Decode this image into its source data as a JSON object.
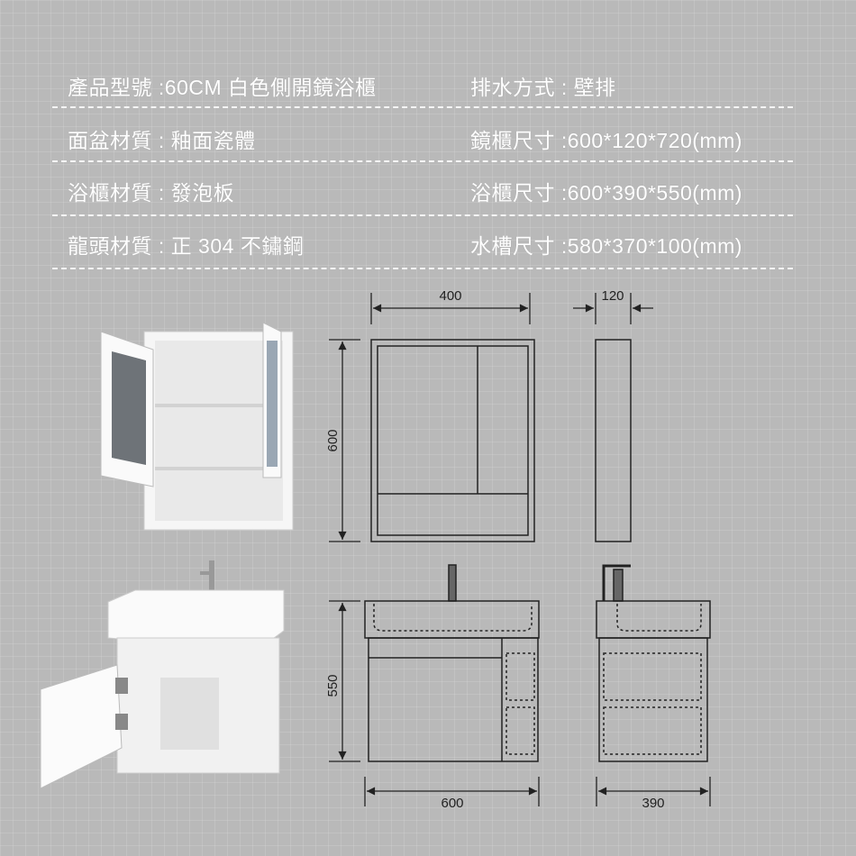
{
  "specs": {
    "left": [
      {
        "label": "產品型號",
        "value": ":60CM 白色側開鏡浴櫃"
      },
      {
        "label": "面盆材質",
        "value": ": 釉面瓷體"
      },
      {
        "label": "浴櫃材質",
        "value": ": 發泡板"
      },
      {
        "label": "龍頭材質",
        "value": ": 正 304 不鏽鋼"
      }
    ],
    "right": [
      {
        "label": "排水方式",
        "value": ": 壁排"
      },
      {
        "label": "鏡櫃尺寸",
        "value": ":600*120*720(mm)"
      },
      {
        "label": "浴櫃尺寸",
        "value": ":600*390*550(mm)"
      },
      {
        "label": "水槽尺寸",
        "value": ":580*370*100(mm)"
      }
    ]
  },
  "dimensions": {
    "mirror_width": "400",
    "mirror_depth": "120",
    "mirror_height": "600",
    "vanity_height": "550",
    "vanity_width": "600",
    "vanity_depth": "390"
  }
}
